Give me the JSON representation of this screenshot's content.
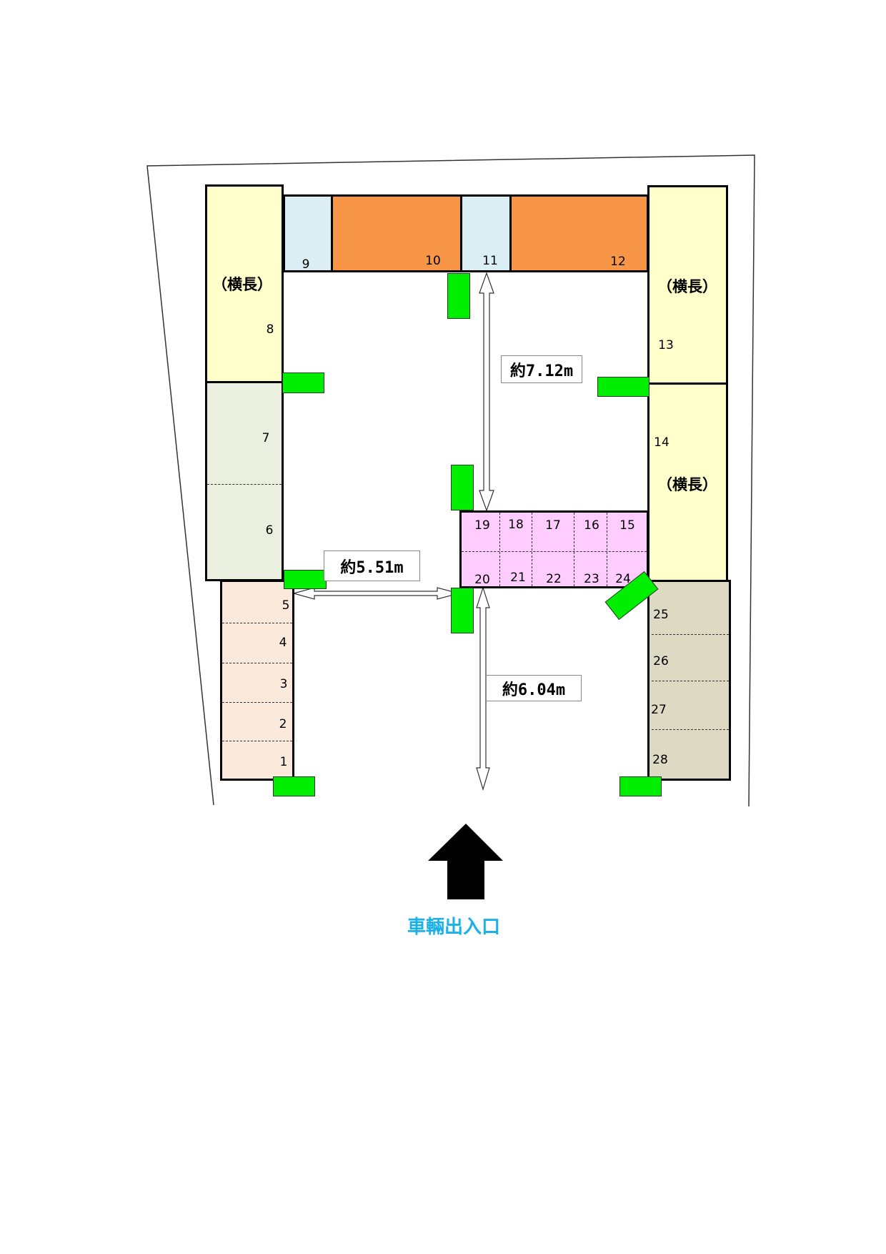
{
  "spaces": {
    "s1": "1",
    "s2": "2",
    "s3": "3",
    "s4": "4",
    "s5": "5",
    "s6": "6",
    "s7": "7",
    "s8": "8",
    "s9": "9",
    "s10": "10",
    "s11": "11",
    "s12": "12",
    "s13": "13",
    "s14": "14",
    "s15": "15",
    "s16": "16",
    "s17": "17",
    "s18": "18",
    "s19": "19",
    "s20": "20",
    "s21": "21",
    "s22": "22",
    "s23": "23",
    "s24": "24",
    "s25": "25",
    "s26": "26",
    "s27": "27",
    "s28": "28"
  },
  "landscape_note": "（横長）",
  "dimensions": {
    "d1": "約7.12m",
    "d2": "約5.51m",
    "d3": "約6.04m"
  },
  "entrance_label": "車輛出入口",
  "colors": {
    "green": "#00ee00",
    "yellow": "#ffffcc",
    "orange": "#f79646",
    "light_blue": "#dbeef4",
    "pink": "#ffccff",
    "tan": "#ddd9c3",
    "peach": "#fbe9db",
    "sage": "#ebefdf",
    "entrance": "#1ab0e8"
  }
}
